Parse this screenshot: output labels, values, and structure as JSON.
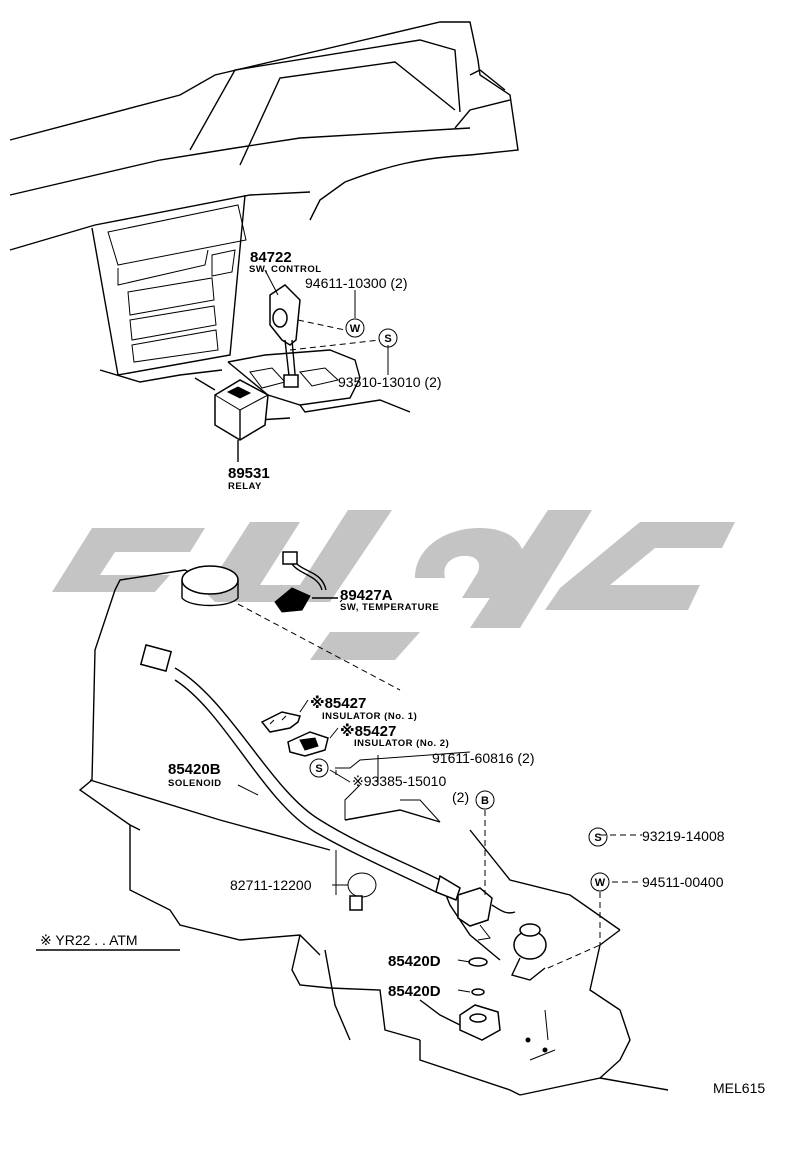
{
  "parts": {
    "p84722": {
      "number": "84722",
      "name": "SW, CONTROL"
    },
    "p94611": {
      "code": "94611-10300 (2)"
    },
    "p93510": {
      "code": "93510-13010 (2)"
    },
    "p89531": {
      "number": "89531",
      "name": "RELAY"
    },
    "p89427A": {
      "number": "89427A",
      "name": "SW, TEMPERATURE"
    },
    "p85427a": {
      "number": "※85427",
      "name": "INSULATOR (No. 1)"
    },
    "p85427b": {
      "number": "※85427",
      "name": "INSULATOR (No. 2)"
    },
    "p85420B": {
      "number": "85420B",
      "name": "SOLENOID"
    },
    "p91611": {
      "code": "91611-60816 (2)"
    },
    "p93385": {
      "code": "※93385-15010",
      "qty": "(2)"
    },
    "p93219": {
      "code": "93219-14008"
    },
    "p94511": {
      "code": "94511-00400"
    },
    "p82711": {
      "code": "82711-12200"
    },
    "p85420D_1": {
      "number": "85420D"
    },
    "p85420D_2": {
      "number": "85420D"
    }
  },
  "symbols": {
    "w": "W",
    "s": "S",
    "b": "B"
  },
  "legend": {
    "text": "※ YR22 . . ATM"
  },
  "figure_code": "MEL615",
  "colors": {
    "ink": "#000000",
    "watermark": "#c4c4c4",
    "paper": "#ffffff"
  }
}
